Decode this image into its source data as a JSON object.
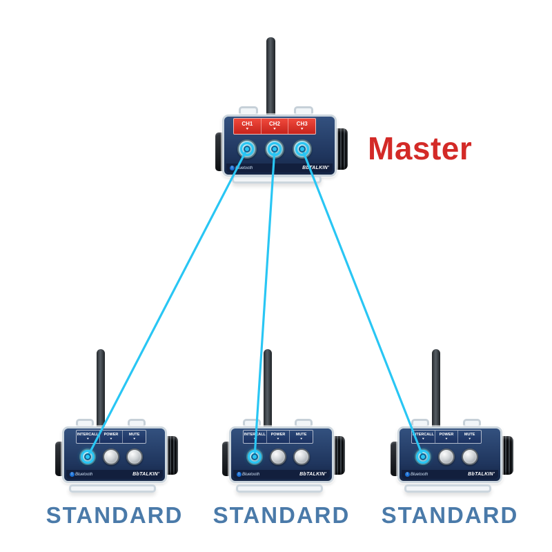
{
  "diagram": {
    "master": {
      "label": "Master",
      "arrow": "▼",
      "channels": [
        {
          "label": "CH1"
        },
        {
          "label": "CH2"
        },
        {
          "label": "CH3"
        }
      ],
      "brand": {
        "bluetooth": "Bluetooth",
        "name": "BbTALKIN'"
      }
    },
    "standards": [
      {
        "label": "STANDARD",
        "arrow": "▼",
        "buttons": [
          {
            "label": "INTERCALL"
          },
          {
            "label": "POWER"
          },
          {
            "label": "MUTE"
          }
        ],
        "brand": {
          "bluetooth": "Bluetooth",
          "name": "BbTALKIN'"
        }
      },
      {
        "label": "STANDARD",
        "arrow": "▼",
        "buttons": [
          {
            "label": "INTERCALL"
          },
          {
            "label": "POWER"
          },
          {
            "label": "MUTE"
          }
        ],
        "brand": {
          "bluetooth": "Bluetooth",
          "name": "BbTALKIN'"
        }
      },
      {
        "label": "STANDARD",
        "arrow": "▼",
        "buttons": [
          {
            "label": "INTERCALL"
          },
          {
            "label": "POWER"
          },
          {
            "label": "MUTE"
          }
        ],
        "brand": {
          "bluetooth": "Bluetooth",
          "name": "BbTALKIN'"
        }
      }
    ]
  },
  "colors": {
    "connector": "#29c6f4",
    "master_label": "#d32a27",
    "standard_label": "#4a7aa9",
    "master_band": "#c6231c",
    "standard_band": "#1b3161"
  }
}
